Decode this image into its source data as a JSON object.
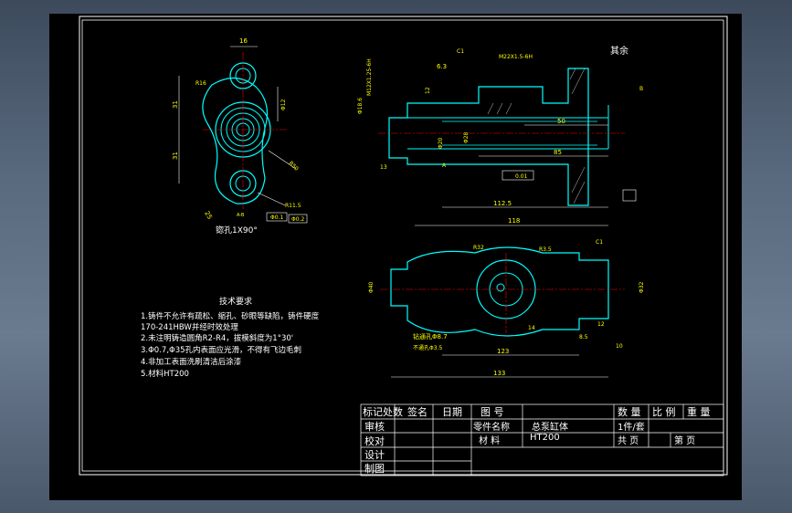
{
  "views": {
    "left": {
      "dim_top": "16",
      "dim_r16": "R16",
      "dim_31": "31",
      "dim_31b": "31",
      "dim_small1": "Φ12",
      "dim_r50": "R50",
      "dim_r115": "R11.5",
      "dim_25": "25",
      "dim_tol": "A-B",
      "tol_box1": "Φ0.1",
      "tol_box2": "Φ0.2",
      "hole_note": "锪孔1X90°"
    },
    "main": {
      "c1": "C1",
      "thread": "M22X1.5-6H",
      "rough": "6.3",
      "dim_12": "12",
      "other": "其余",
      "left_d1": "Φ18.6",
      "left_d2": "M12X1.25-6H",
      "dim_50": "50",
      "dim_85": "85",
      "dim_d20": "Φ20",
      "dim_d28": "Φ28",
      "dim_001": "0.01",
      "dim_1125": "112.5",
      "dim_118": "118",
      "dim_13": "13",
      "tol_a": "A",
      "tol_b": "B"
    },
    "bottom": {
      "r32": "R32",
      "r35": "R3.5",
      "c1": "C1",
      "d40": "Φ40",
      "d32": "Φ32",
      "dim_14": "14",
      "dim_85": "8.5",
      "dim_12": "12",
      "dim_10": "10",
      "drill1": "钻通孔Φ8.7",
      "drill2": "不通孔Φ3.5",
      "dim_123": "123",
      "dim_133": "133"
    }
  },
  "tech": {
    "heading": "技术要求",
    "lines": [
      "1.铸件不允许有疏松、缩孔、砂眼等缺陷，铸件硬度",
      "170-241HBW并经时效处理",
      "2.未注明铸造圆角R2-R4，拔模斜度为1°30'",
      "3.Φ0.7,Φ35孔内表面应光滑，不得有飞边毛刺",
      "4.非加工表面洗刷清洁后涂漆",
      "5.材料HT200"
    ]
  },
  "title_block": {
    "col1_row1": "标记处数",
    "col2_row1": "签名",
    "col3_row1": "日期",
    "tuhao": "图  号",
    "shuliang": "数 量",
    "bili": "比 例",
    "zhongliang": "重 量",
    "shenhe": "审核",
    "part_name_label": "零件名称",
    "part_name": "总泵缸体",
    "qty": "1件/套",
    "jiaodui": "校对",
    "material_label": "材 料",
    "material": "HT200",
    "gong": "共  页",
    "di": "第  页",
    "sheji": "设计",
    "zhitu": "制图"
  }
}
